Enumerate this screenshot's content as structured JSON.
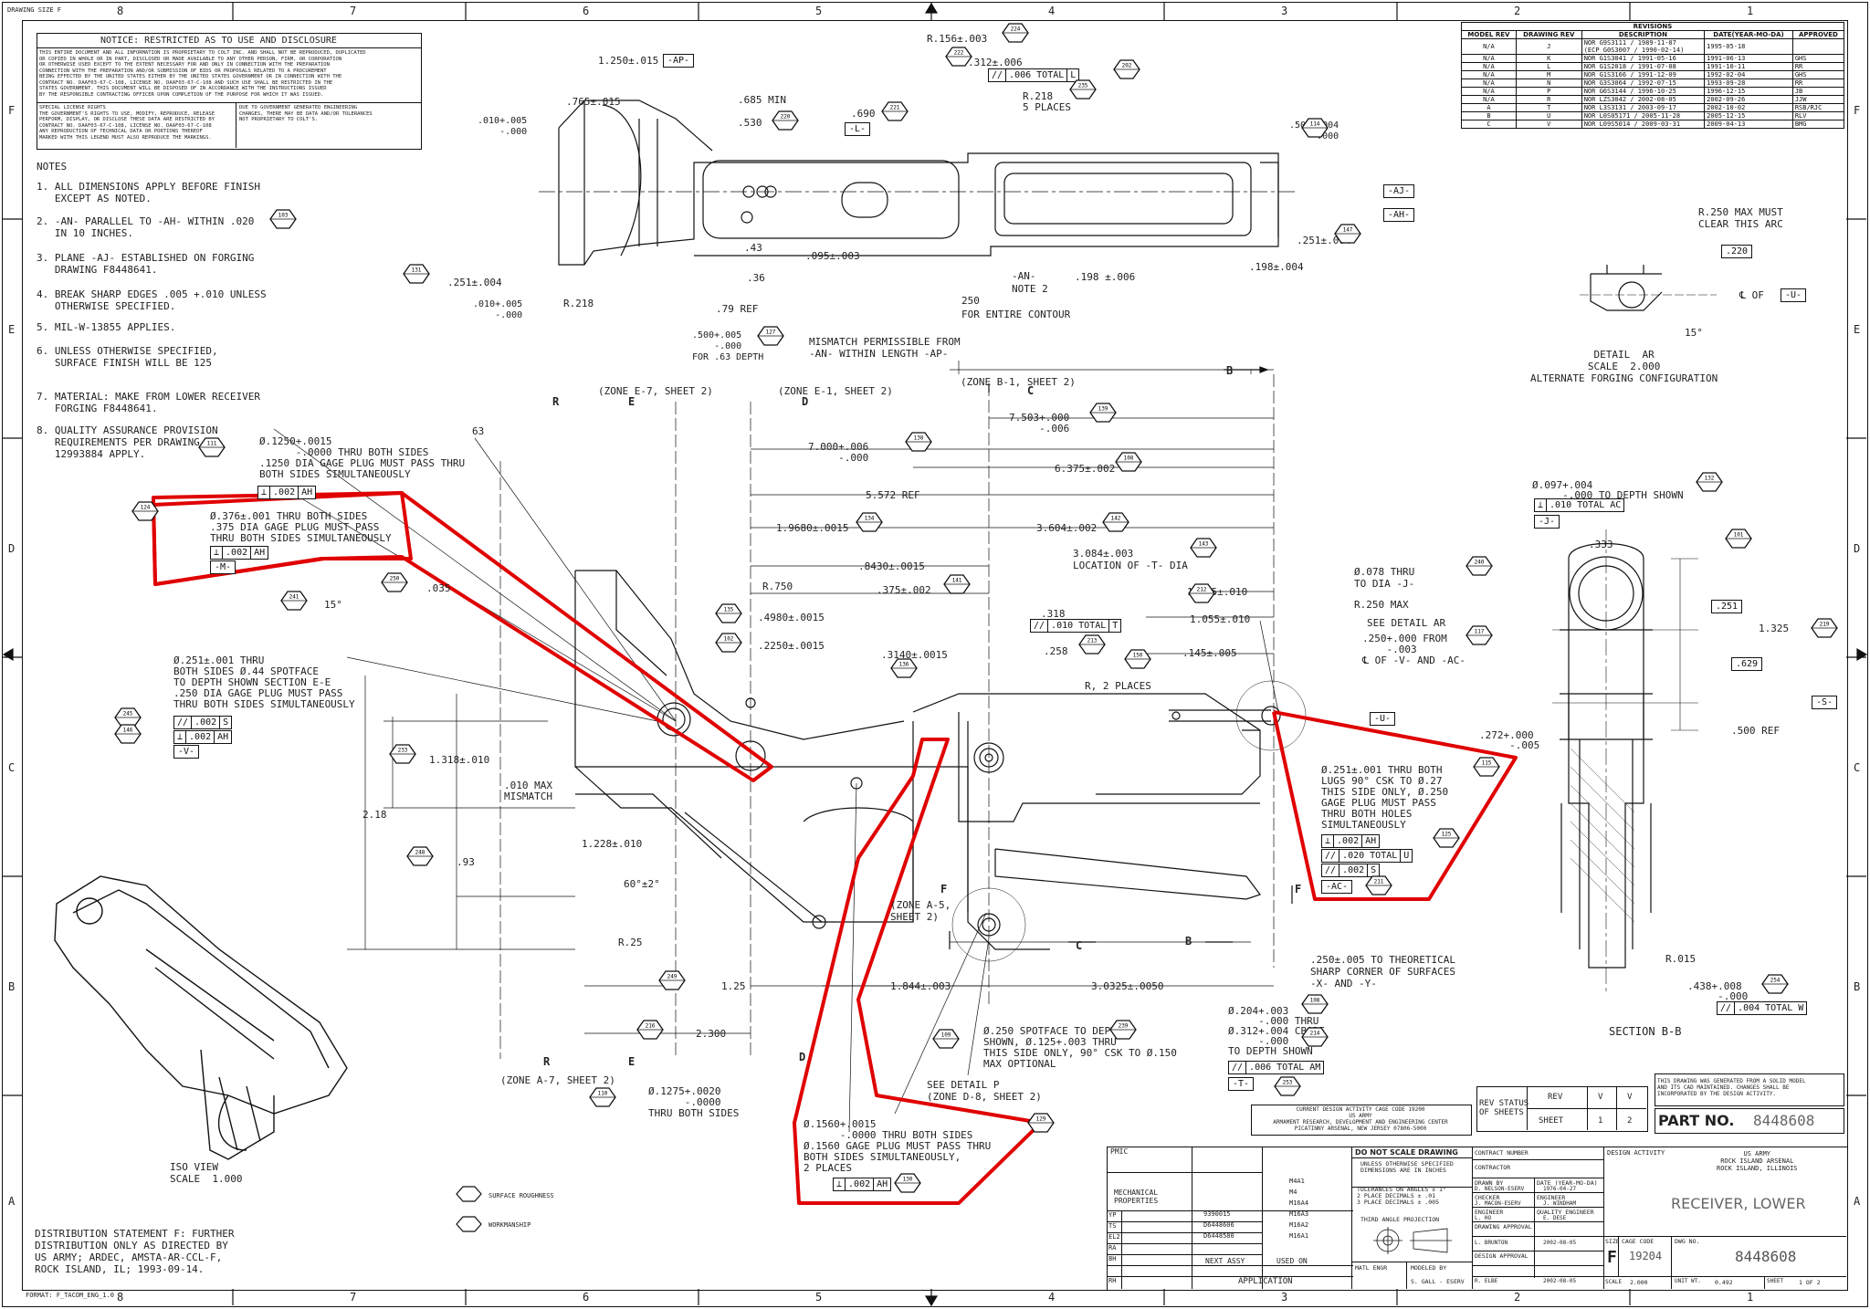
{
  "sheet": {
    "drawing_size_label": "DRAWING SIZE F",
    "format_label": "FORMAT: F_TACOM_ENG_1.0",
    "zones_top": [
      "8",
      "7",
      "6",
      "5",
      "4",
      "3",
      "2",
      "1"
    ],
    "zones_side": [
      "F",
      "E",
      "D",
      "C",
      "B",
      "A"
    ]
  },
  "notice": {
    "title": "NOTICE: RESTRICTED AS TO USE AND DISCLOSURE",
    "body": "THIS ENTIRE DOCUMENT AND ALL INFORMATION IS PROPRIETARY TO COLT INC. AND SHALL NOT BE REPRODUCED, DUPLICATED\nOR COPIED IN WHOLE OR IN PART, DISCLOSED OR MADE AVAILABLE TO ANY OTHER PERSON, FIRM, OR CORPORATION\nOR OTHERWISE USED EXCEPT TO THE EXTENT NECESSARY FOR AND ONLY IN CONNECTION WITH THE PREPARATION\nCONNECTION WITH THE PREPARATION AND/OR SUBMISSION OF BIDS OR PROPOSALS RELATED TO A PROCUREMENT\nBEING EFFECTED BY THE UNITED STATES EITHER BY THE UNITED STATES GOVERNMENT OR IN CONNECTION WITH THE\nCONTRACT NO. DAAF03-67-C-108, LICENSE NO. DAAF03-67-C-108 AND SUCH USE SHALL BE RESTRICTED IN THE\nSTATES GOVERNMENT. THIS DOCUMENT WILL BE DISPOSED OF IN ACCORDANCE WITH THE INSTRUCTIONS ISSUED\nBY THE RESPONSIBLE CONTRACTING OFFICER UPON COMPLETION OF THE PURPOSE FOR WHICH IT WAS ISSUED.",
    "license_left": "SPECIAL LICENSE RIGHTS\nTHE GOVERNMENT'S RIGHTS TO USE, MODIFY, REPRODUCE, RELEASE\nPERFORM, DISPLAY, OR DISCLOSE THESE DATA ARE RESTRICTED BY\nCONTRACT NO. DAAF03-67-C-108, LICENSE NO. DAAF03-67-C-108\nANY REPRODUCTION OF TECHNICAL DATA OR PORTIONS THEREOF\nMARKED WITH THIS LEGEND MUST ALSO REPRODUCE THE MARKINGS.",
    "license_right": "DUE TO GOVERNMENT GENERATED ENGINEERING\nCHANGES, THERE MAY BE DATA AND/OR TOLERANCES\nNOT PROPRIETARY TO COLT'S."
  },
  "notes": {
    "heading": "NOTES",
    "items": [
      "1. ALL DIMENSIONS APPLY BEFORE FINISH\n   EXCEPT AS NOTED.",
      "2. -AN- PARALLEL TO -AH- WITHIN .020\n   IN 10 INCHES.",
      "3. PLANE -AJ- ESTABLISHED ON FORGING\n   DRAWING F8448641.",
      "4. BREAK SHARP EDGES .005 +.010 UNLESS\n   OTHERWISE SPECIFIED.",
      "5. MIL-W-13855 APPLIES.",
      "6. UNLESS OTHERWISE SPECIFIED,\n   SURFACE FINISH WILL BE 125",
      "7. MATERIAL: MAKE FROM LOWER RECEIVER\n   FORGING F8448641.",
      "8. QUALITY ASSURANCE PROVISION\n   REQUIREMENTS PER DRAWING\n   12993884 APPLY."
    ]
  },
  "revisions": {
    "title": "REVISIONS",
    "headers": [
      "MODEL REV",
      "DRAWING REV",
      "DESCRIPTION",
      "DATE(YEAR-MO-DA)",
      "APPROVED"
    ],
    "rows": [
      [
        "N/A",
        "J",
        "NOR G9S3111 / 1989-11-07\n(ECP G0S3007 / 1990-02-14)",
        "1995-05-18",
        ""
      ],
      [
        "N/A",
        "K",
        "NOR G1S3041 / 1991-05-16",
        "1991-06-13",
        "GHS"
      ],
      [
        "N/A",
        "L",
        "NOR G1S2018 / 1991-07-08",
        "1991-10-11",
        "RR"
      ],
      [
        "N/A",
        "M",
        "NOR G1S3166 / 1991-12-09",
        "1992-02-04",
        "GHS"
      ],
      [
        "N/A",
        "N",
        "NOR G3S3064 / 1992-07-15",
        "1993-09-28",
        "RR"
      ],
      [
        "N/A",
        "P",
        "NOR G6S3144 / 1996-10-25",
        "1996-12-15",
        "JB"
      ],
      [
        "N/A",
        "R",
        "NOR LZS3042 / 2002-08-05",
        "2002-09-26",
        "JJW"
      ],
      [
        "A",
        "T",
        "NOR L3S3131 / 2003-09-17",
        "2002-10-02",
        "RSB/RJC"
      ],
      [
        "B",
        "U",
        "NOR L0S05171 / 2005-11-28",
        "2005-12-15",
        "RLV"
      ],
      [
        "C",
        "V",
        "NOR L09S5014 / 2009-03-31",
        "2009-04-13",
        "BMG"
      ]
    ]
  },
  "detail_ar": {
    "note": "R.250 MAX MUST\nCLEAR THIS ARC",
    "dim": ".220",
    "cl": "℄ OF",
    "datum": "-U-",
    "angle": "15°",
    "title": "DETAIL  AR\nSCALE  2.000\nALTERNATE FORGING CONFIGURATION"
  },
  "top_dims": {
    "d1": "1.250±.015",
    "d1_ref": "-AP-",
    "d2": ".765±.015",
    "d3": ".685 MIN",
    "d4": ".530",
    "d5": ".690",
    "d6": "-L-",
    "d7": "R.156±.003",
    "d8": ".312±.006",
    "d9": ".006 TOTAL",
    "d9_ref": "L",
    "d10": "R.218\n5 PLACES",
    "d11": ".010+.005\n    -.000",
    "d12": ".500+.004\n    -.000",
    "d13": "-AJ-",
    "d14": "-AH-",
    "d15": ".251±.004",
    "d16": ".198±.004",
    "d17": ".198 ±.006",
    "d18": "-AN-\nNOTE 2",
    "d19": "250\nFOR ENTIRE CONTOUR",
    "d20": ".095±.003",
    "d21": ".43",
    "d22": ".36",
    "d23": ".79 REF",
    "d24": ".500+.005\n    -.000\nFOR .63 DEPTH",
    "d25": "MISMATCH PERMISSIBLE FROM\n-AN- WITHIN LENGTH -AP-",
    "d26": "R.218",
    "d27": ".251±.004",
    "d28": ".010+.005\n    -.000"
  },
  "main_dims": {
    "zone_e7": "(ZONE E-7, SHEET 2)",
    "zone_e1": "(ZONE E-1, SHEET 2)",
    "zone_b1": "(ZONE B-1, SHEET 2)",
    "zone_a7": "(ZONE A-7, SHEET 2)",
    "zone_a5": "(ZONE A-5,\nSHEET 2)",
    "see_detail_p": "SEE DETAIL P\n(ZONE D-8, SHEET 2)",
    "dim_7503": "7.503+.000\n     -.006",
    "dim_7000": "7.000+.006\n     -.000",
    "dim_6375": "6.375±.002",
    "dim_5572": "5.572 REF",
    "dim_19680": "1.9680±.0015",
    "dim_3604": "3.604±.002",
    "dim_3084": "3.084±.003\nLOCATION OF -T- DIA",
    "dim_8430": ".8430±.0015",
    "dim_375": ".375±.002",
    "dim_4980": ".4980±.0015",
    "dim_2250": ".2250±.0015",
    "dim_3140": ".3140±.0015",
    "dim_r750": "R.750",
    "dim_318": ".318",
    "dim_318_fcf": ".010 TOTAL",
    "dim_1125": "1.125±.010",
    "dim_1055": "1.055±.010",
    "dim_145": ".145±.005",
    "dim_258": ".258",
    "dim_r2": "R, 2 PLACES",
    "dim_1318": "1.318±.010",
    "dim_218": "2.18",
    "dim_010mm": ".010 MAX\nMISMATCH",
    "dim_1228": "1.228±.010",
    "dim_93": ".93",
    "dim_60": "60°±2°",
    "dim_r25": "R.25",
    "dim_125": "1.25",
    "dim_2300": "2.300",
    "dim_1844": "1.844±.003",
    "dim_30325": "3.0325±.0050",
    "dim_250": ".250±.005 TO THEORETICAL\nSHARP CORNER OF SURFACES\n-X- AND -Y-",
    "dim_035": ".035",
    "dim_15": "15°",
    "dim_63a": "63",
    "hole_1250": "Ø.1250+.0015\n      -.0000 THRU BOTH SIDES\n.1250 DIA GAGE PLUG MUST PASS THRU\nBOTH SIDES SIMULTANEOUSLY",
    "hole_376": "Ø.376±.001 THRU BOTH SIDES\n.375 DIA GAGE PLUG MUST PASS\nTHRU BOTH SIDES SIMULTANEOUSLY",
    "datum_m": "-M-",
    "hole_251": "Ø.251±.001 THRU\nBOTH SIDES Ø.44 SPOTFACE\nTO DEPTH SHOWN SECTION E-E\n.250 DIA GAGE PLUG MUST PASS\nTHRU BOTH SIDES SIMULTANEOUSLY",
    "datum_v": "-V-",
    "hole_078": "Ø.078 THRU\nTO DIA -J-",
    "r250max": "R.250 MAX",
    "see_ar": "SEE DETAIL  AR",
    "from_250": ".250+.000 FROM\n    -.003\n℄ OF -V- AND -AC-",
    "datum_u": "-U-",
    "hole_251b": "Ø.251±.001 THRU BOTH\nLUGS 90° CSK TO Ø.27\nTHIS SIDE ONLY, Ø.250\nGAGE PLUG MUST PASS\nTHRU BOTH HOLES\nSIMULTANEOUSLY",
    "datum_ac": "-AC-",
    "spotface": "Ø.250 SPOTFACE TO DEPTH\nSHOWN, Ø.125+.003 THRU\nTHIS SIDE ONLY, 90° CSK TO Ø.150\nMAX OPTIONAL",
    "hole_1275": "Ø.1275+.0020\n      -.0000\nTHRU BOTH SIDES",
    "hole_1560": "Ø.1560+.0015\n      -.0000 THRU BOTH SIDES\nØ.1560 GAGE PLUG MUST PASS THRU\nBOTH SIDES SIMULTANEOUSLY,\n2 PLACES",
    "hole_204": "Ø.204+.003\n     -.000 THRU\nØ.312+.004 CBORE\n     -.000\nTO DEPTH SHOWN",
    "datum_t": "-T-",
    "fcf_006am": ".006 TOTAL AM"
  },
  "section_bb": {
    "d1": "Ø.097+.004\n     -.000 TO DEPTH SHOWN",
    "d1_fcf": ".010 TOTAL AC",
    "datum_j": "-J-",
    "d2": ".333",
    "d3": ".251",
    "d4": "1.325",
    "d5": ".629",
    "datum_s": "-S-",
    "d6": ".500 REF",
    "d7": ".272+.000\n     -.005",
    "d8": "R.015",
    "d9": ".438+.008\n     -.000",
    "d9_fcf": ".004 TOTAL W",
    "title": "SECTION  B-B"
  },
  "iso": {
    "title": "ISO VIEW\nSCALE  1.000"
  },
  "legend": {
    "surface": "SURFACE ROUGHNESS",
    "workmanship": "WORKMANSHIP"
  },
  "distribution": "DISTRIBUTION STATEMENT F: FURTHER\nDISTRIBUTION ONLY AS DIRECTED BY\nUS ARMY; ARDEC, AMSTA-AR-CCL-F,\nROCK ISLAND, IL; 1993-09-14.",
  "cage_note": "CURRENT DESIGN ACTIVITY CAGE CODE 19200\nUS ARMY\nARMAMENT RESEARCH, DEVELOPMENT AND ENGINEERING CENTER\nPICATINNY ARSENAL, NEW JERSEY 07806-5000",
  "solid_model_note": "THIS DRAWING WAS GENERATED FROM A SOLID MODEL\nAND ITS CAD MAINTAINED. CHANGES SHALL BE\nINCORPORATED BY THE DESIGN ACTIVITY.",
  "rev_status": {
    "label": "REV STATUS\nOF SHEETS",
    "rev": "REV",
    "sheet": "SHEET",
    "v1": "V",
    "v2": "V",
    "s1": "1",
    "s2": "2"
  },
  "part_no": {
    "label": "PART NO.",
    "value": "8448608"
  },
  "title_block": {
    "pmic": "PMIC",
    "mech_props": "MECHANICAL\nPROPERTIES",
    "rows_left": [
      "YP",
      "TS",
      "EL2",
      "RA",
      "BH",
      "RH"
    ],
    "next_assy": [
      "",
      "9390015",
      "D6448606",
      "D6448580"
    ],
    "used_on": [
      "M4A1",
      "M4",
      "M16A4",
      "M16A3",
      "M16A2",
      "M16A1"
    ],
    "next_assy_label": "NEXT ASSY",
    "used_on_label": "USED ON",
    "application": "APPLICATION",
    "do_not_scale": "DO NOT SCALE DRAWING",
    "unless": "UNLESS OTHERWISE SPECIFIED\nDIMENSIONS ARE IN INCHES",
    "tolerances": "TOLERANCES ON ANGLES ± 1°\n2 PLACE DECIMALS ± .01\n3 PLACE DECIMALS ± .005",
    "third_angle": "THIRD ANGLE PROJECTION",
    "matl_engr": "MATL ENGR",
    "modeled_by": "MODELED BY",
    "modeled_name": "S. GALL - ESERV",
    "contract": "CONTRACT NUMBER",
    "contractor": "CONTRACTOR",
    "drawn_by": "DRAWN BY",
    "drawn_name": "D. NELSON-ESERV",
    "drawn_date": "1976-04-27",
    "checker": "CHECKER",
    "checker_name": "J. MACON-ESERV",
    "engineer": "ENGINEER",
    "engineer_name": "J. WINDHAM",
    "engineer2": "ENGINEER",
    "engineer2_name": "L. HO",
    "qe": "QUALITY ENGINEER",
    "qe_name": "E. DESE",
    "drawing_approval": "DRAWING APPROVAL",
    "da_name": "L. BRUNTON",
    "da_date": "2002-08-05",
    "design_approval": "DESIGN APPROVAL",
    "dsa_name": "R. ELBE",
    "dsa_date": "2002-08-05",
    "date_header": "DATE (YEAR-MO-DA)",
    "design_activity": "DESIGN ACTIVITY",
    "activity_name": "US ARMY\nROCK ISLAND ARSENAL\nROCK ISLAND, ILLINOIS",
    "title": "RECEIVER, LOWER",
    "size_label": "SIZE",
    "size": "F",
    "cage_label": "CAGE CODE",
    "cage": "19204",
    "dwg_label": "DWG NO.",
    "dwg": "8448608",
    "scale_label": "SCALE",
    "scale": "2.000",
    "unit_wt_label": "UNIT WT.",
    "unit_wt": "0.492",
    "sheet_label": "SHEET",
    "sheet": "1 OF 2"
  },
  "colors": {
    "annotation": "#e00000",
    "ink": "#111111"
  }
}
